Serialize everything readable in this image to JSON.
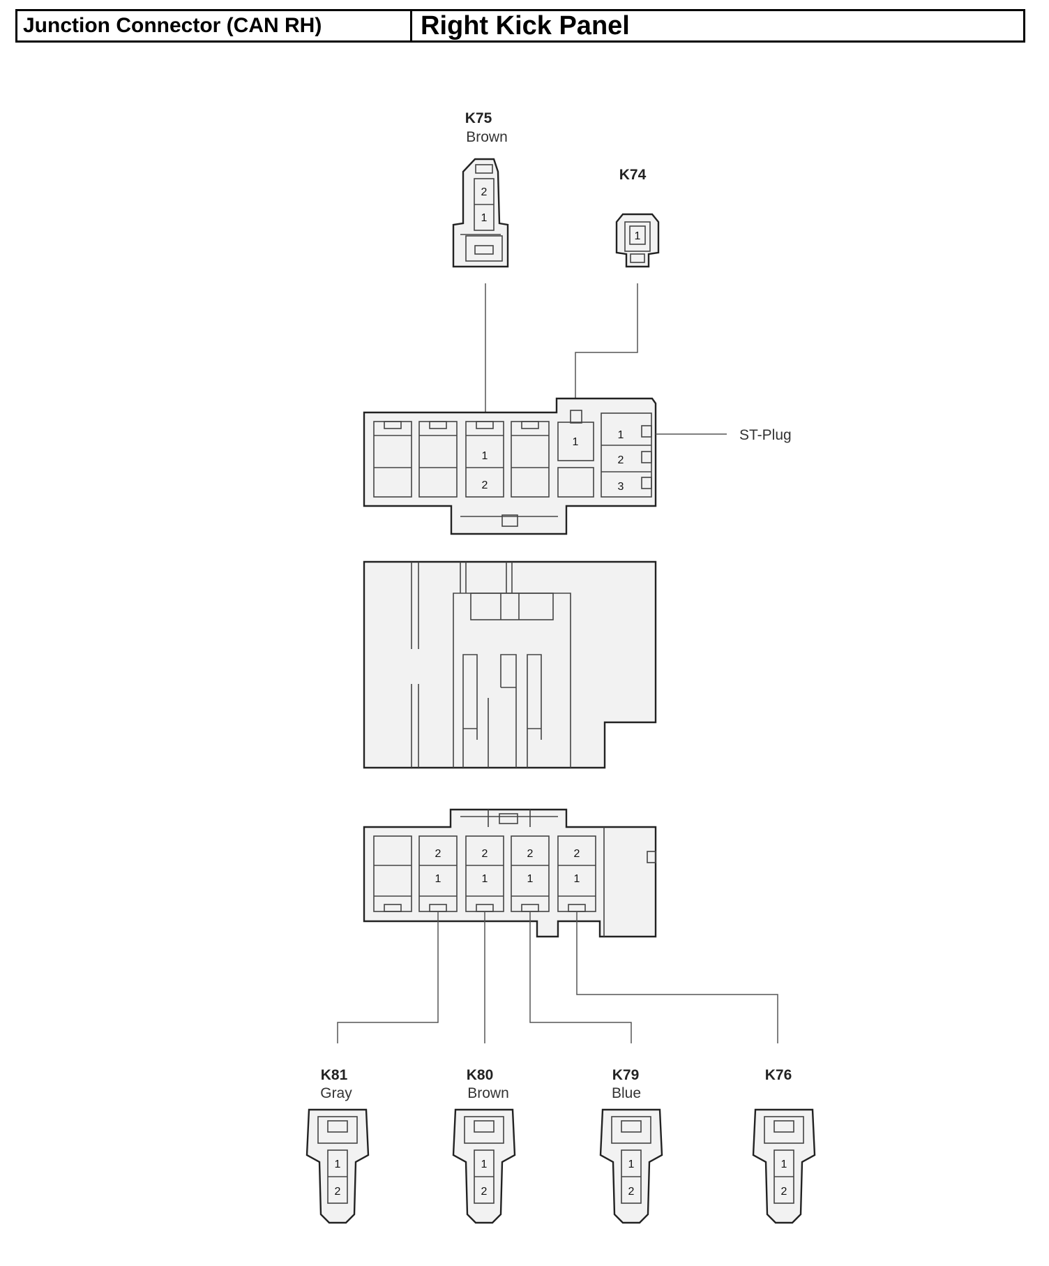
{
  "header": {
    "left_title": "Junction Connector (CAN RH)",
    "right_title": "Right Kick Panel"
  },
  "connectors": {
    "k75": {
      "id": "K75",
      "color": "Brown",
      "pins": [
        "2",
        "1"
      ]
    },
    "k74": {
      "id": "K74",
      "pins": [
        "1"
      ]
    },
    "k81": {
      "id": "K81",
      "color": "Gray",
      "pins": [
        "1",
        "2"
      ]
    },
    "k80": {
      "id": "K80",
      "color": "Brown",
      "pins": [
        "1",
        "2"
      ]
    },
    "k79": {
      "id": "K79",
      "color": "Blue",
      "pins": [
        "1",
        "2"
      ]
    },
    "k76": {
      "id": "K76",
      "pins": [
        "1",
        "2"
      ]
    }
  },
  "junction_top": {
    "cavity_pins": [
      "1",
      "2"
    ],
    "k74_pin": "1",
    "st_plug_label": "ST-Plug",
    "st_plug_pins": [
      "1",
      "2",
      "3"
    ]
  },
  "junction_bottom": {
    "cavities": [
      {
        "top": "2",
        "bottom": "1"
      },
      {
        "top": "2",
        "bottom": "1"
      },
      {
        "top": "2",
        "bottom": "1"
      },
      {
        "top": "2",
        "bottom": "1"
      }
    ]
  }
}
